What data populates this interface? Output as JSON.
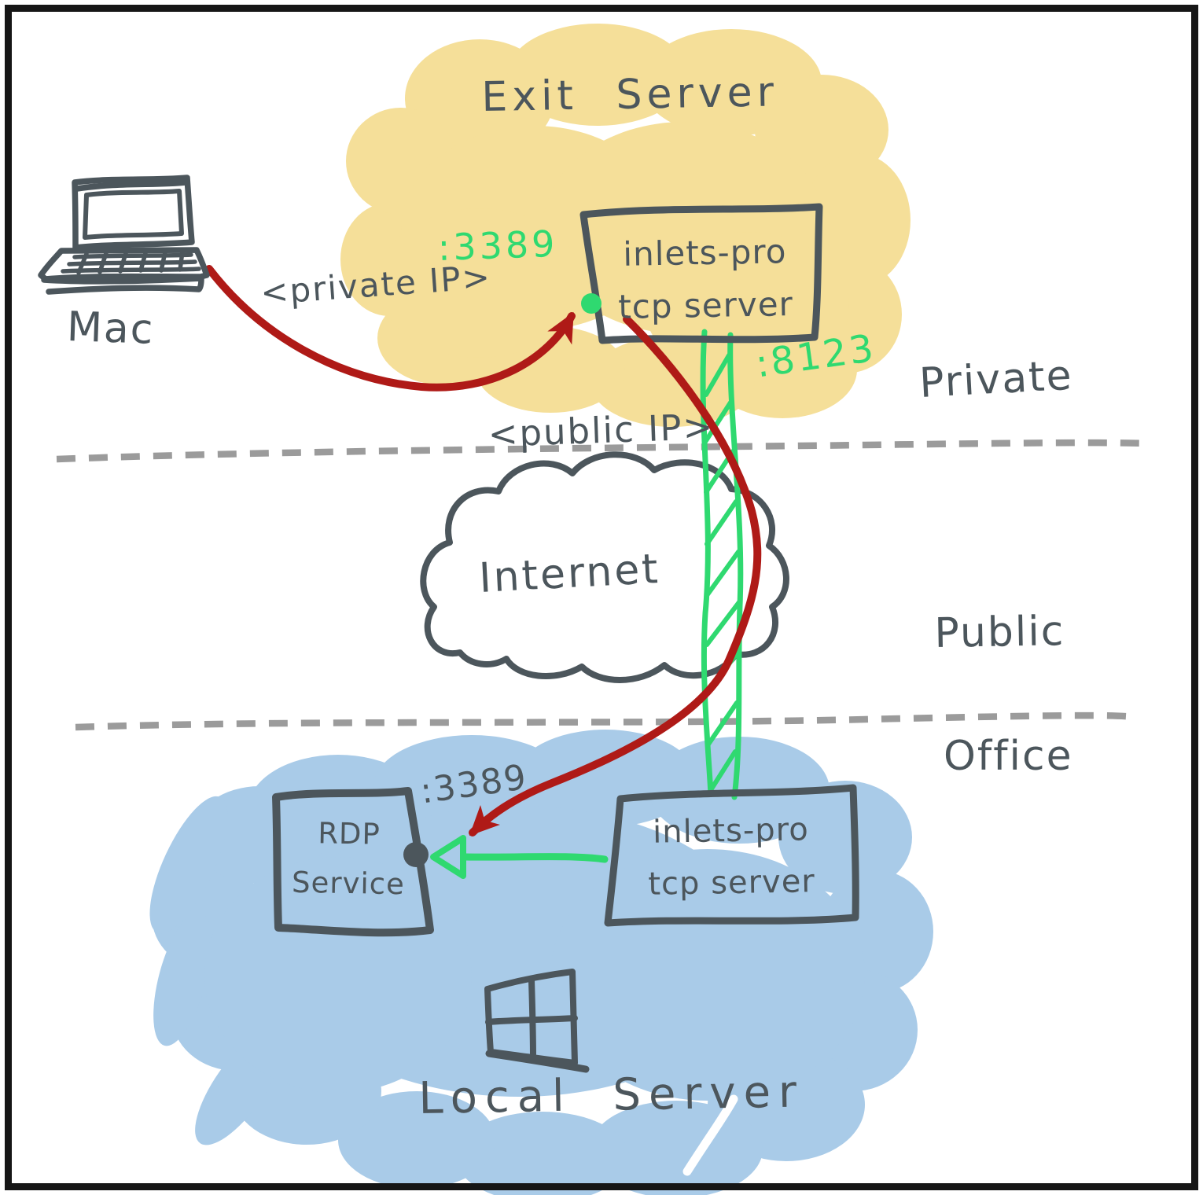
{
  "colors": {
    "ink": "#4C565C",
    "yellow": "#F5DF99",
    "blue": "#A9CBE8",
    "green": "#2FD970",
    "red": "#AF1A17",
    "divider": "#9B9B9B",
    "paper": "#FFFFFF",
    "frame": "#161616"
  },
  "exit_zone": {
    "title": "Exit Server",
    "server_box": {
      "line1": "inlets-pro",
      "line2": "tcp server"
    },
    "client_port_label": ":3389",
    "tunnel_port_label": ":8123"
  },
  "client_device": {
    "label": "Mac",
    "connection_label": "<private IP>",
    "icon": "laptop-icon"
  },
  "zone_labels": {
    "private": "Private",
    "public": "Public",
    "office": "Office"
  },
  "internet": {
    "label": "Internet",
    "address_label": "<public IP>"
  },
  "office_zone": {
    "title": "Local Server",
    "rdp_box": {
      "line1": "RDP",
      "line2": "Service"
    },
    "rdp_port_label": ":3389",
    "client_box": {
      "line1": "inlets-pro",
      "line2": "tcp server"
    },
    "os_icon": "windows-logo-icon"
  }
}
